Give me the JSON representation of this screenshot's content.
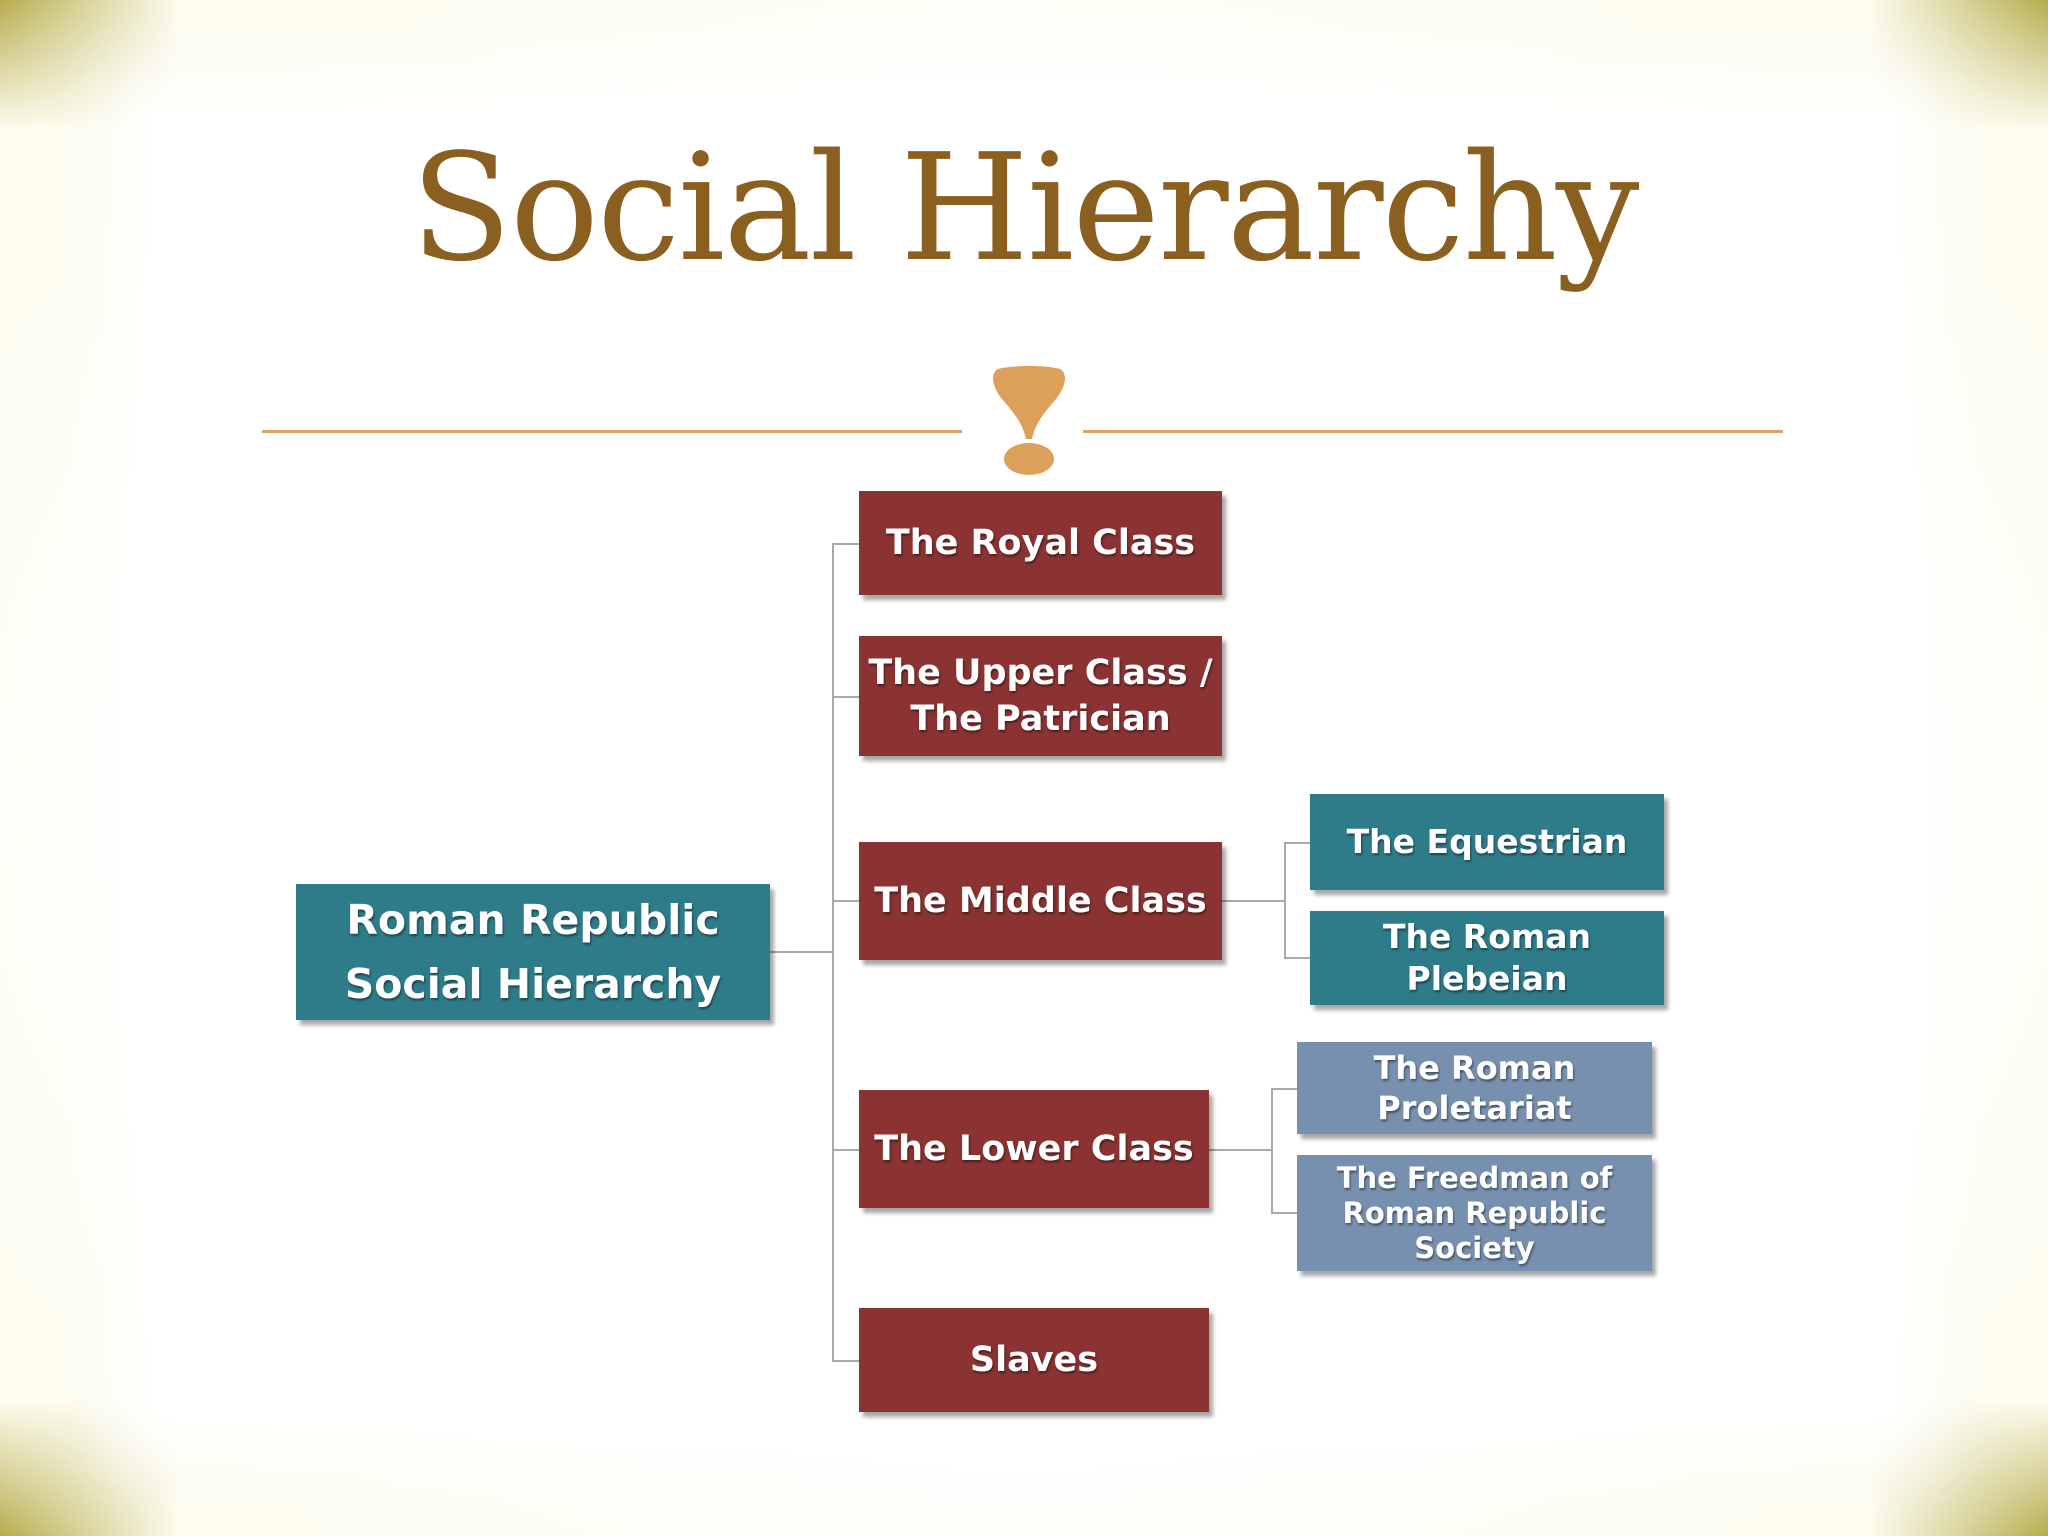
{
  "slide": {
    "title": "Social Hierarchy"
  },
  "colors": {
    "title": "#8a5f1f",
    "divider": "#e0a45e",
    "root_fill": "#2e7c8a",
    "class_fill": "#8b3333",
    "middle_sub_fill": "#2e7c8a",
    "lower_sub_fill": "#7890b0",
    "frame": "#b6ad4c"
  },
  "ornament": {
    "icon": "fleuron-drop-icon"
  },
  "diagram": {
    "root": {
      "line1": "Roman Republic",
      "line2": "Social Hierarchy"
    },
    "classes": [
      {
        "line1": "The Royal Class"
      },
      {
        "line1": "The Upper Class /",
        "line2": "The Patrician"
      },
      {
        "line1": "The Middle Class"
      },
      {
        "line1": "The Lower Class"
      },
      {
        "line1": "Slaves"
      }
    ],
    "middle_subclasses": [
      {
        "line1": "The Equestrian"
      },
      {
        "line1": "The Roman Plebeian"
      }
    ],
    "lower_subclasses": [
      {
        "line1": "The Roman",
        "line2": "Proletariat"
      },
      {
        "line1": "The Freedman of",
        "line2": "Roman Republic",
        "line3": "Society"
      }
    ]
  }
}
